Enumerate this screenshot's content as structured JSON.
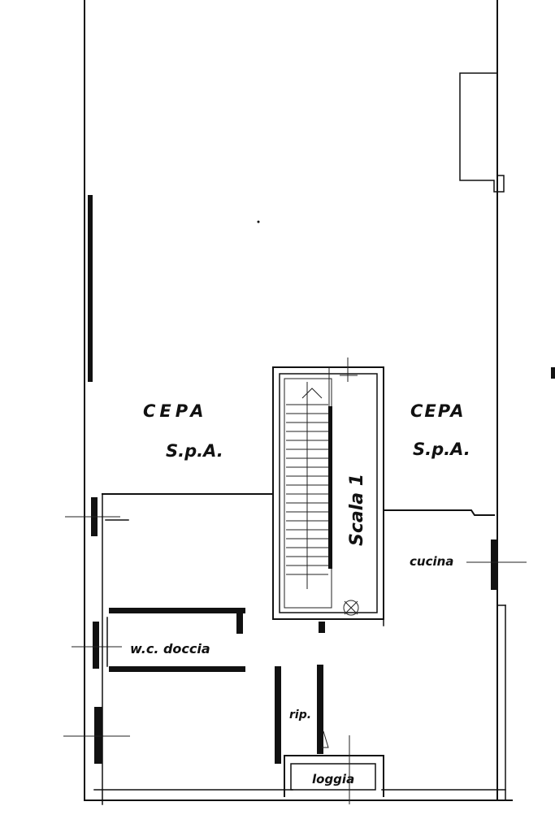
{
  "labels": {
    "cepa_left_name": "CEPA",
    "cepa_left_suffix": "S.p.A.",
    "cepa_right_name": "CEPA",
    "cepa_right_suffix": "S.p.A.",
    "stair": "Scala 1",
    "kitchen": "cucina",
    "bathroom": "w.c. doccia",
    "storage": "rip.",
    "loggia": "loggia"
  },
  "colors": {
    "ink": "#111111",
    "paper": "#ffffff"
  }
}
